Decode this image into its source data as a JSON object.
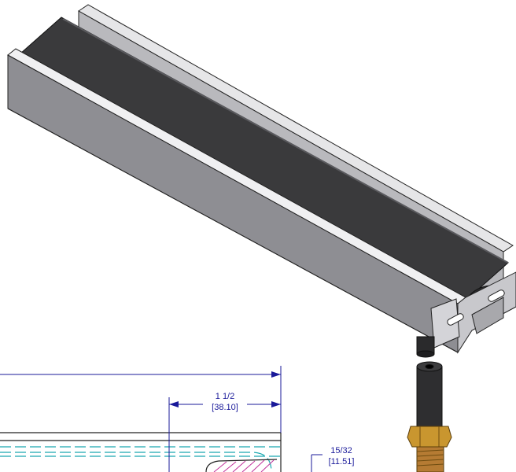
{
  "drawing": {
    "dim_top_right": {
      "fraction": "1 1/2",
      "metric": "[38.10]"
    },
    "dim_side": {
      "fraction": "15/32",
      "metric": "[11.51]"
    }
  },
  "colors": {
    "background": "#ffffff",
    "dimension_blue": "#1a1a9a",
    "hidden_line_cyan": "#1aa8b0",
    "hatch_magenta": "#c0309a",
    "rail_grey": "#8e8e93",
    "belt_dark": "#3a3a3c",
    "fitting_brass": "#b8862f"
  }
}
